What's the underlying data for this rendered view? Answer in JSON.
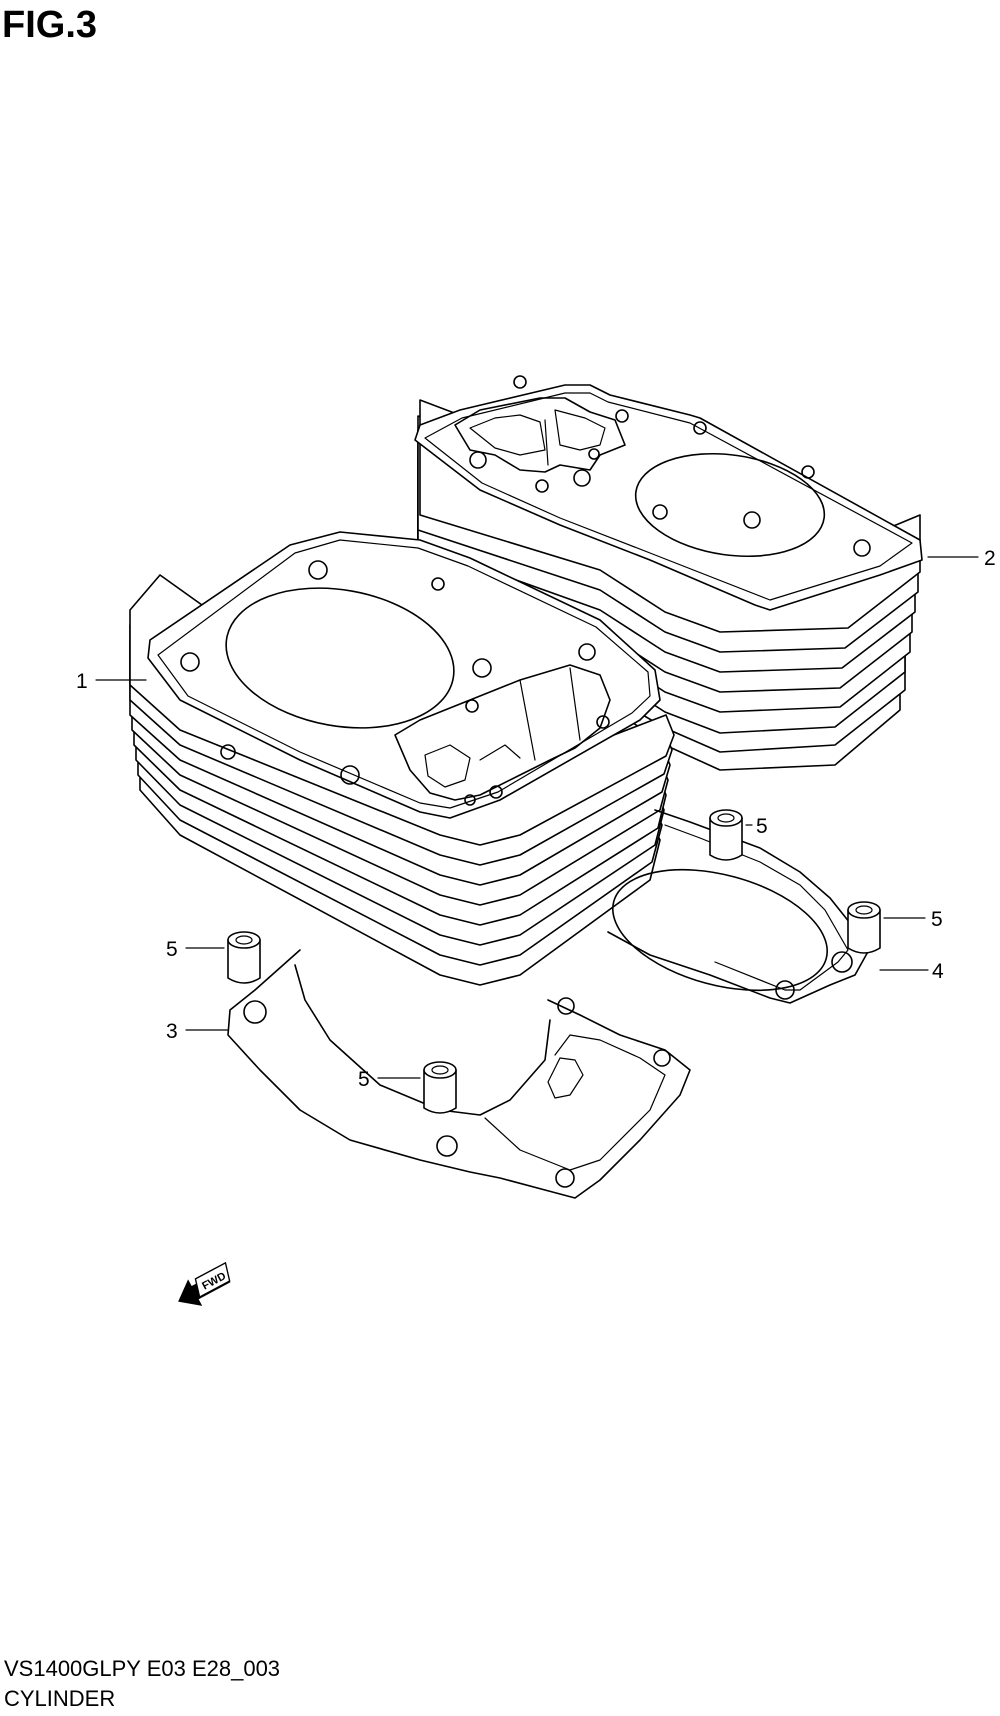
{
  "figure_label": "FIG.3",
  "footer": {
    "model_code": "VS1400GLPY E03 E28_003",
    "part_group": "CYLINDER"
  },
  "callouts": [
    "1",
    "2",
    "3",
    "4",
    "5",
    "5",
    "5",
    "5"
  ],
  "fwd_arrow_label": "FWD"
}
